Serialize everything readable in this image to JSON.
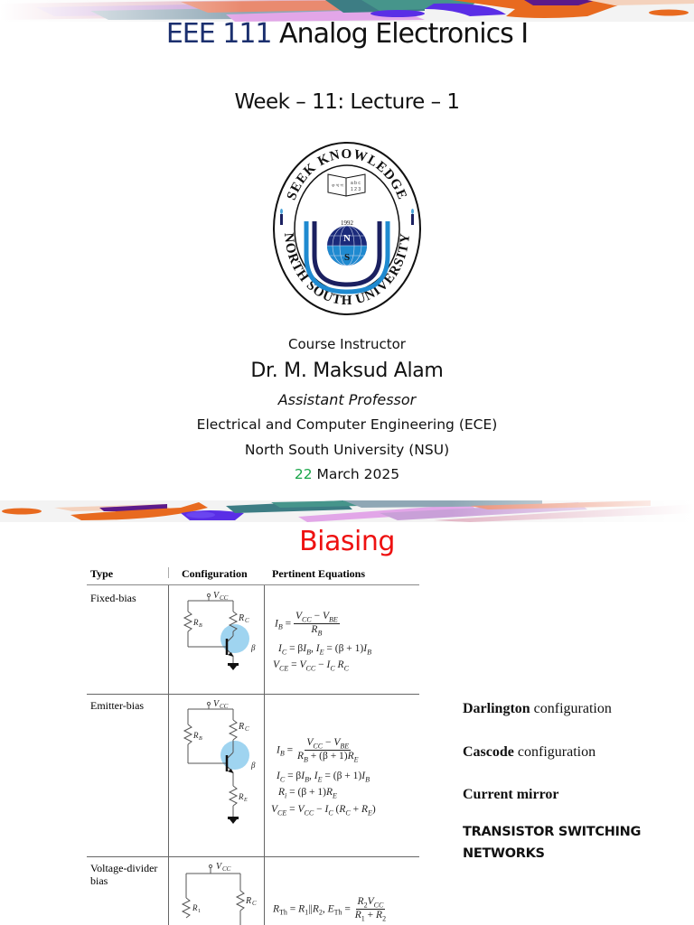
{
  "slide1": {
    "title_code": "EEE 111",
    "title_rest": " Analog Electronics I",
    "subtitle": "Week – 11: Lecture – 1",
    "logo": {
      "icon": "north-south-university-seal",
      "top_text": "SEEK KNOWLEDGE",
      "bottom_text": "NORTH SOUTH UNIVERSITY",
      "year": "1992",
      "globe_n": "N",
      "globe_s": "S"
    },
    "instructor_label": "Course Instructor",
    "instructor_name": "Dr. M. Maksud Alam",
    "instructor_role": "Assistant Professor",
    "department": "Electrical and Computer Engineering (ECE)",
    "university": "North South University (NSU)",
    "date_day": "22",
    "date_rest": " March 2025",
    "colors": {
      "title_code": "#1b2f6e",
      "date_day": "#1aa64a"
    }
  },
  "slide2": {
    "title": "Biasing",
    "title_color": "#ee1111",
    "table": {
      "headers": [
        "Type",
        "Configuration",
        "Pertinent Equations"
      ],
      "rows": [
        {
          "type": "Fixed-bias",
          "circuit_labels": {
            "supply": "VCC",
            "rb": "RB",
            "rc": "RC",
            "beta": "β"
          },
          "equations": [
            "IB = (VCC − VBE) / RB",
            "IC = βIB, IE = (β + 1)IB",
            "VCE = VCC − IC RC"
          ]
        },
        {
          "type": "Emitter-bias",
          "circuit_labels": {
            "supply": "VCC",
            "rb": "RB",
            "rc": "RC",
            "re": "RE",
            "beta": "β"
          },
          "equations": [
            "IB = (VCC − VBE) / (RB + (β + 1)RE)",
            "IC = βIB, IE = (β + 1)IB",
            "Ri = (β + 1)RE",
            "VCE = VCC − IC (RC + RE)"
          ]
        },
        {
          "type": "Voltage-divider bias",
          "type_line1": "Voltage-divider",
          "type_line2": "bias",
          "circuit_labels": {
            "supply": "VCC",
            "r1": "R1",
            "rc": "RC"
          },
          "equations": [
            "RTh = R1||R2, ETh = R2VCC / (R1 + R2)"
          ]
        }
      ]
    },
    "topics": [
      {
        "bold": "Darlington",
        "rest": " configuration"
      },
      {
        "bold": "Cascode",
        "rest": " configuration"
      },
      {
        "bold": "Current mirror",
        "rest": ""
      },
      {
        "bold": "TRANSISTOR SWITCHING NETWORKS",
        "rest": ""
      }
    ]
  }
}
